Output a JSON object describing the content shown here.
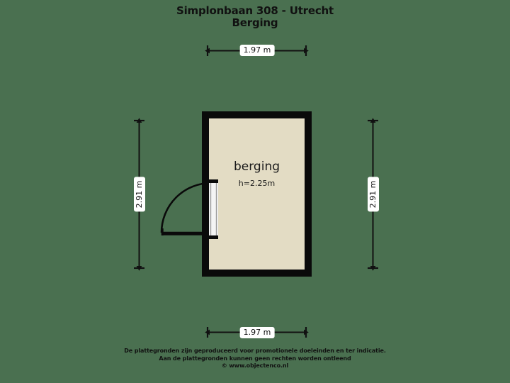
{
  "title": {
    "line1": "Simplonbaan 308 - Utrecht",
    "line2": "Berging"
  },
  "room": {
    "name": "berging",
    "height_label": "h=2.25m"
  },
  "dimensions": {
    "top": "1.97 m",
    "bottom": "1.97 m",
    "left": "2.91 m",
    "right": "2.91 m"
  },
  "footer": {
    "line1": "De plattegronden zijn geproduceerd voor promotionele doeleinden en ter indicatie.",
    "line2": "Aan de plattegronden kunnen geen rechten worden ontleend",
    "line3": "© www.objectenco.nl"
  },
  "colors": {
    "background": "#4a7050",
    "wall": "#0a0a0a",
    "floor": "#e3dcc4",
    "dimension_line": "#111111",
    "label_background": "#ffffff",
    "text": "#111111"
  }
}
